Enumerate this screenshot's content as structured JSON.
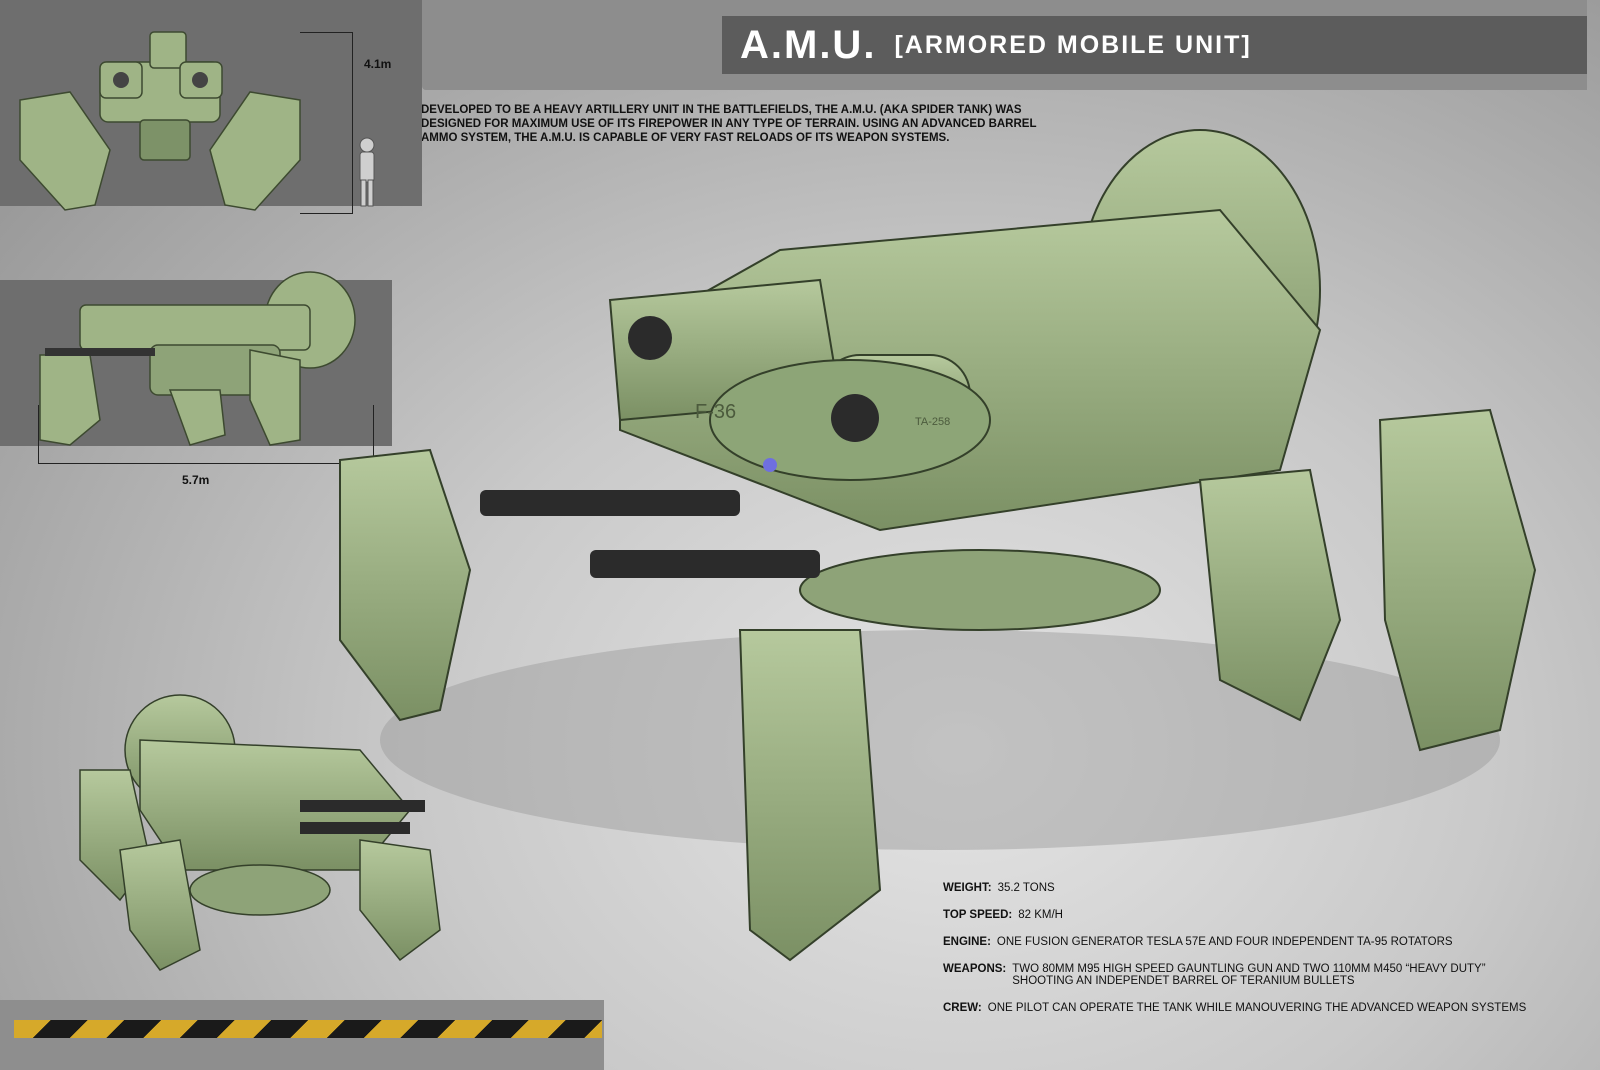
{
  "header": {
    "title": "A.M.U.",
    "subtitle": "[ARMORED MOBILE UNIT]"
  },
  "description": "DEVELOPED TO BE A HEAVY ARTILLERY UNIT IN THE BATTLEFIELDS, THE A.M.U. (AKA SPIDER TANK) WAS DESIGNED FOR MAXIMUM USE OF ITS FIREPOWER IN ANY TYPE OF TERRAIN. USING AN ADVANCED BARREL AMMO SYSTEM, THE A.M.U. IS CAPABLE OF VERY FAST RELOADS OF ITS WEAPON SYSTEMS.",
  "dimensions": {
    "height": "4.1m",
    "length": "5.7m"
  },
  "markings": {
    "hull": "F-36",
    "cannon": "TA-258"
  },
  "specs": [
    {
      "label": "WEIGHT:",
      "value": "35.2 TONS"
    },
    {
      "label": "TOP SPEED:",
      "value": "82 KM/H"
    },
    {
      "label": "ENGINE:",
      "value": "ONE FUSION GENERATOR TESLA 57E AND FOUR INDEPENDENT TA-95 ROTATORS"
    },
    {
      "label": "WEAPONS:",
      "value": "TWO 80MM M95 HIGH SPEED GAUNTLING GUN AND TWO 110MM M450 “HEAVY DUTY”\nSHOOTING AN INDEPENDET BARREL OF TERANIUM BULLETS"
    },
    {
      "label": "CREW:",
      "value": "ONE PILOT CAN OPERATE THE TANK WHILE MANOUVERING THE ADVANCED WEAPON SYSTEMS"
    }
  ],
  "colors": {
    "armor": "#9fb486",
    "armor_dark": "#6f8459",
    "hazard_yellow": "#d6a92a"
  }
}
